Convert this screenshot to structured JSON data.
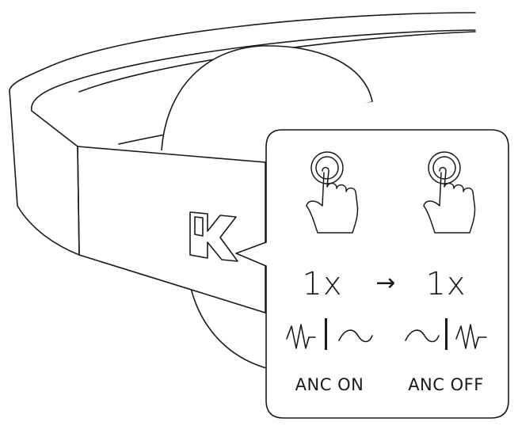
{
  "callout": {
    "left_step": {
      "count": "1x",
      "mode_label": "ANC ON"
    },
    "arrow": "→",
    "right_step": {
      "count": "1x",
      "mode_label": "ANC OFF"
    }
  },
  "icons": {
    "tap_gesture": "finger-tap-icon",
    "noise_wave": "noisy-wave-icon",
    "quiet_wave": "smooth-wave-icon",
    "brand_logo": "k-logo-icon"
  }
}
